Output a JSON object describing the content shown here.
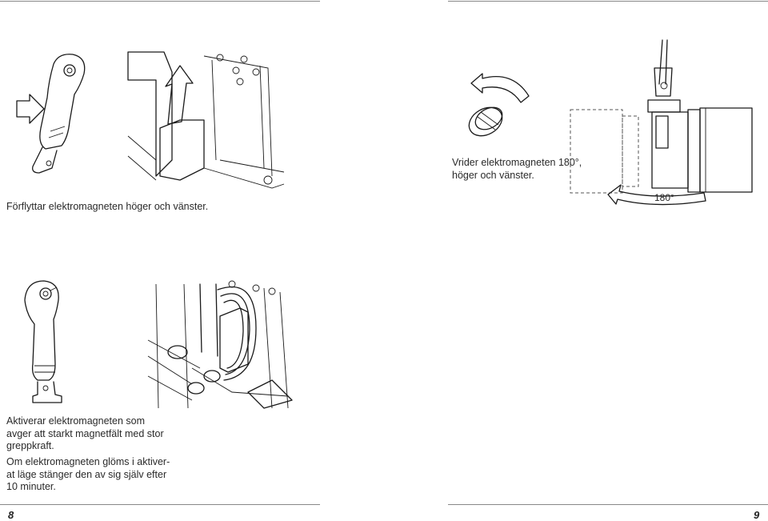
{
  "left_page": {
    "caption_move": "Förflyttar elektromagneten höger och vänster.",
    "caption_activate": [
      "Aktiverar elektromagneten som",
      "avger att starkt magnetfält med stor",
      "greppkraft."
    ],
    "caption_forgotten": [
      "Om elektromagneten glöms i aktiver-",
      "at läge stänger den av sig själv efter",
      "10 minuter."
    ],
    "page_number": "8"
  },
  "right_page": {
    "caption_rotate": [
      "Vrider elektromagneten 180°,",
      "höger och vänster."
    ],
    "rotation_label": "180°",
    "page_number": "9"
  },
  "colors": {
    "rule": "#888888",
    "ink": "#1a1a1a",
    "arrow_fill": "#ffffff"
  },
  "icons": [
    "joystick",
    "push-arrow",
    "magnet-shift-arrow",
    "rotate-arrow",
    "rotation-arc-arrow"
  ]
}
